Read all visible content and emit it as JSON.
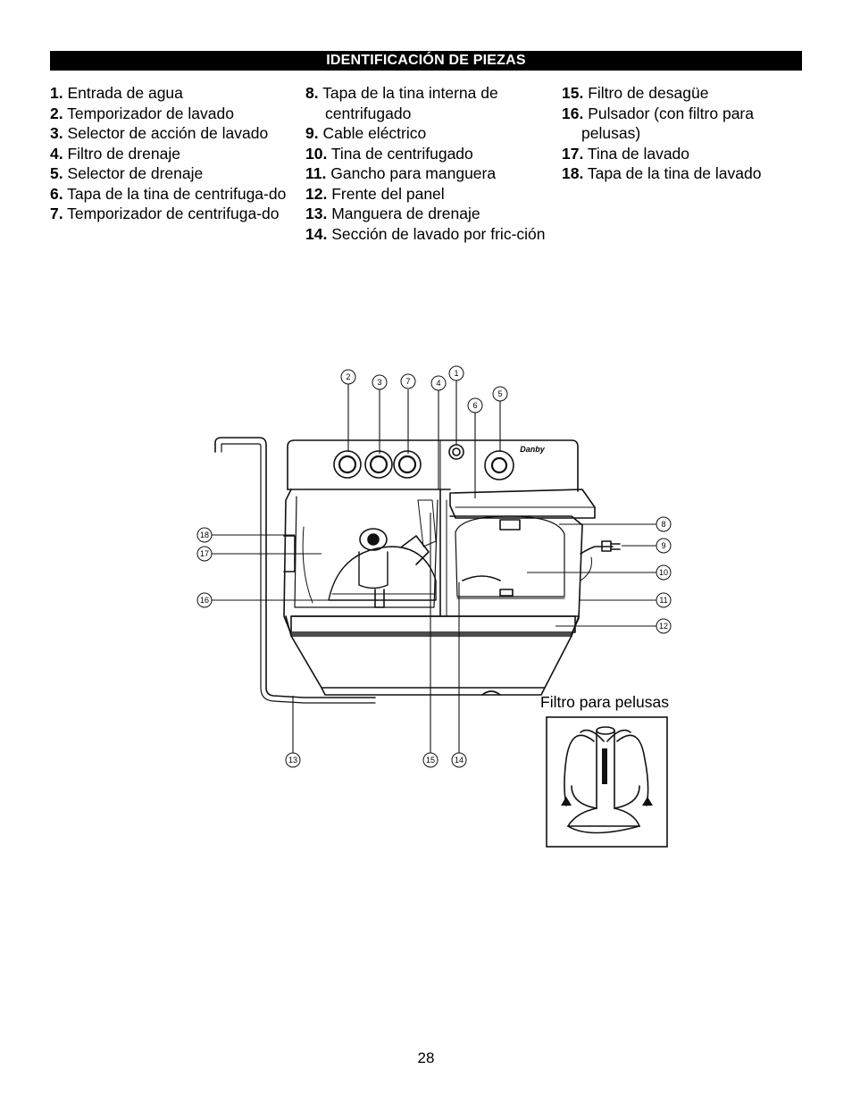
{
  "header": {
    "title": "IDENTIFICACIÓN DE PIEZAS"
  },
  "parts_columns": [
    [
      {
        "num": "1.",
        "text": "Entrada de agua"
      },
      {
        "num": "2.",
        "text": "Temporizador de lavado"
      },
      {
        "num": "3.",
        "text": "Selector de acción de lavado"
      },
      {
        "num": "4.",
        "text": "Filtro de drenaje"
      },
      {
        "num": "5.",
        "text": "Selector de drenaje"
      },
      {
        "num": "6.",
        "text": "Tapa de la tina de centrifuga-do"
      },
      {
        "num": "7.",
        "text": "Temporizador de centrifuga-do"
      }
    ],
    [
      {
        "num": "8.",
        "text": "Tapa de la tina interna de centrifugado"
      },
      {
        "num": "9.",
        "text": "Cable eléctrico"
      },
      {
        "num": "10.",
        "text": "Tina de centrifugado"
      },
      {
        "num": "11.",
        "text": "Gancho para manguera"
      },
      {
        "num": "12.",
        "text": "Frente del panel"
      },
      {
        "num": "13.",
        "text": "Manguera de drenaje"
      },
      {
        "num": "14.",
        "text": "Sección de lavado por fric-ción"
      }
    ],
    [
      {
        "num": "15.",
        "text": "Filtro de desagüe"
      },
      {
        "num": "16.",
        "text": "Pulsador (con filtro para pelusas)"
      },
      {
        "num": "17.",
        "text": "Tina de lavado"
      },
      {
        "num": "18.",
        "text": "Tapa de la tina de lavado"
      }
    ]
  ],
  "diagram": {
    "brand": "Danby",
    "callouts": [
      "1",
      "2",
      "3",
      "4",
      "5",
      "6",
      "7",
      "8",
      "9",
      "10",
      "11",
      "12",
      "13",
      "14",
      "15",
      "16",
      "17",
      "18"
    ]
  },
  "lint_filter": {
    "title": "Filtro para pelusas"
  },
  "page_number": "28"
}
